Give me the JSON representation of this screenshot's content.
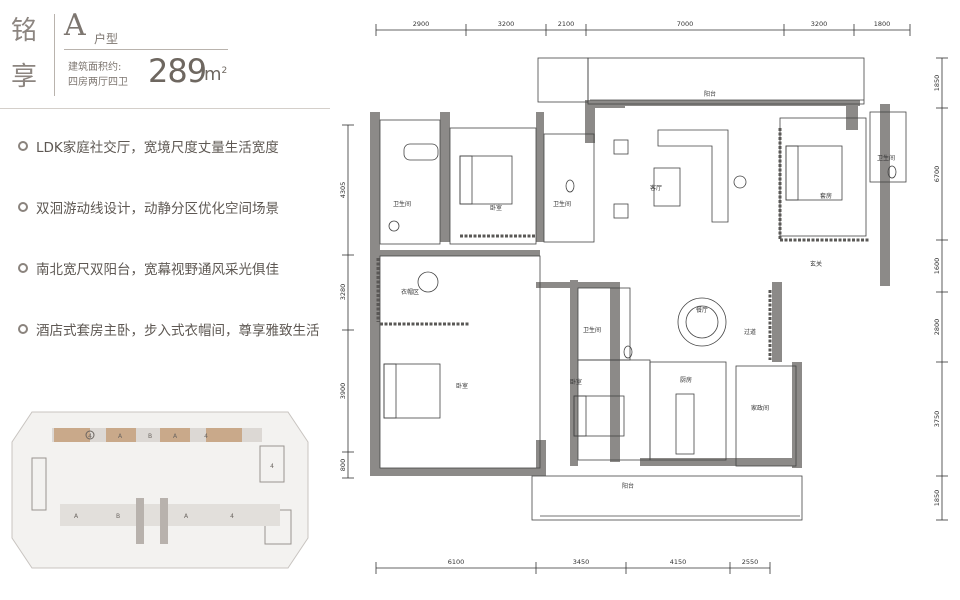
{
  "brand": {
    "char1": "铭",
    "char2": "享"
  },
  "unit": {
    "letter": "A",
    "sub": "户型"
  },
  "area": {
    "label": "建筑面积约:",
    "value": "289",
    "unit": "m",
    "unit_sup": "2",
    "rooms": "四房两厅四卫"
  },
  "features": [
    "LDK家庭社交厅，宽境尺度丈量生活宽度",
    "双洄游动线设计，动静分区优化空间场景",
    "南北宽尺双阳台，宽幕视野通风采光俱佳",
    "酒店式套房主卧，步入式衣帽间，尊享雅致生活"
  ],
  "plan": {
    "top_dims": [
      "2900",
      "3200",
      "2100",
      "7000",
      "3200",
      "1800"
    ],
    "bottom_dims": [
      "6100",
      "3450",
      "4150",
      "2550"
    ],
    "left_dims": [
      "4305",
      "3280",
      "3900",
      "800"
    ],
    "right_dims": [
      "1850",
      "6700",
      "1600",
      "2800",
      "3750",
      "1850"
    ],
    "rooms": {
      "balcony_n": "阳台",
      "living": "客厅",
      "master": "套房",
      "bath_master": "卫生间",
      "bath1": "卫生间",
      "bed1": "卧室",
      "bath2": "卫生间",
      "entry": "玄关",
      "study": "衣帽区",
      "bed_big": "卧室",
      "dining": "餐厅",
      "corridor": "过道",
      "bath3": "卫生间",
      "bed2": "卧室",
      "kitchen": "厨房",
      "utility": "家政间",
      "balcony_s": "阳台"
    }
  },
  "keyplan": {
    "tags": [
      "4",
      "A",
      "B",
      "A",
      "4",
      "4",
      "A",
      "B",
      "A",
      "4"
    ]
  }
}
